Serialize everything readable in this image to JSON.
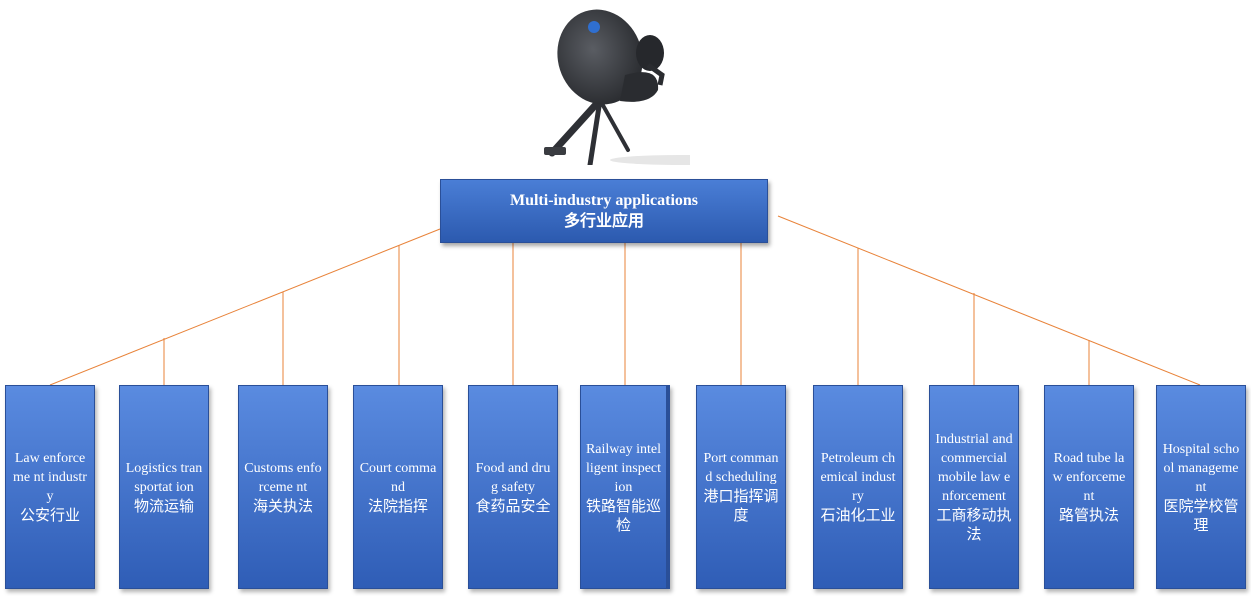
{
  "root": {
    "title_en": "Multi-industry applications",
    "title_zh": "多行业应用"
  },
  "colors": {
    "connector": "#e8833a",
    "box_top": "#5a8be0",
    "box_bottom": "#2f5db6"
  },
  "industries": [
    {
      "en": "Law enforceme nt industry",
      "zh": "公安行业"
    },
    {
      "en": "Logistics transportat ion",
      "zh": "物流运输"
    },
    {
      "en": "Customs enforceme nt",
      "zh": "海关执法"
    },
    {
      "en": "Court command",
      "zh": "法院指挥"
    },
    {
      "en": "Food and drug safety",
      "zh": "食药品安全"
    },
    {
      "en": "Railway intelligent inspection",
      "zh": "铁路智能巡检"
    },
    {
      "en": "Port command scheduling",
      "zh": "港口指挥调度"
    },
    {
      "en": "Petroleum chemical industry",
      "zh": "石油化工业"
    },
    {
      "en": "Industrial and commercial mobile law enforcement",
      "zh": "工商移动执法"
    },
    {
      "en": "Road tube law enforcement",
      "zh": "路管执法"
    },
    {
      "en": "Hospital school management",
      "zh": "医院学校管理"
    }
  ]
}
